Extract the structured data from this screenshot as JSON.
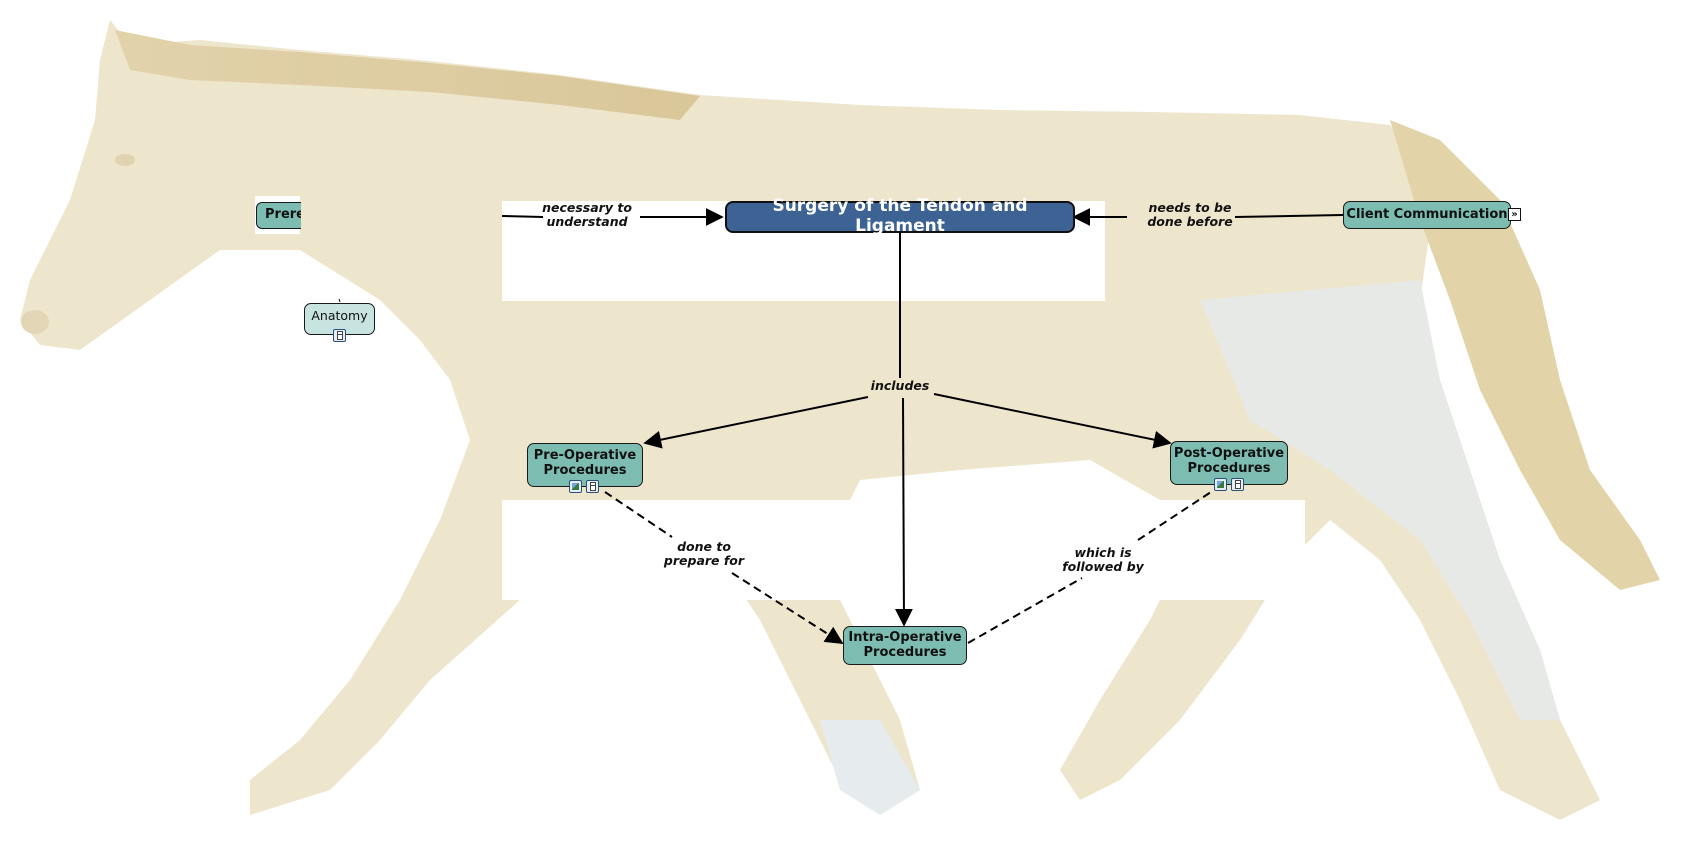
{
  "concept_map": {
    "background_image": "horse-silhouette",
    "colors": {
      "main_node": "#3d6294",
      "concept_node": "#7dbcb0",
      "resource_node": "#c8e4e0",
      "horse_tint": "#eadfc2"
    },
    "nodes": {
      "main": "Surgery of the Tendon and Ligament",
      "prerequisites": "Prere",
      "anatomy": "Anatomy",
      "client_communication": "Client Communication",
      "pre_operative": "Pre-Operative Procedures",
      "post_operative": "Post-Operative Procedures",
      "intra_operative": "Intra-Operative Procedures"
    },
    "links": {
      "necessary_to_understand": "necessary to understand",
      "needs_to_be_done_before": "needs to be done before",
      "includes": "includes",
      "done_to_prepare_for": "done to prepare for",
      "which_is_followed_by": "which is followed by"
    },
    "icons": {
      "image_resource": "image-icon",
      "document_resource": "document-icon",
      "expand_nested": "expand-icon"
    }
  }
}
